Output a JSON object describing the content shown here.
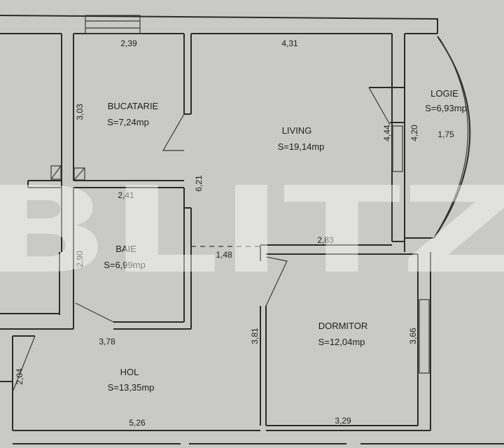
{
  "rooms": {
    "bucatarie": {
      "name": "BUCATARIE",
      "area": "S=7,24mp"
    },
    "living": {
      "name": "LIVING",
      "area": "S=19,14mp"
    },
    "logie": {
      "name": "LOGIE",
      "area": "S=6,93mp",
      "depth": "1,75"
    },
    "baie": {
      "name": "BAIE",
      "area": "S=6,99mp"
    },
    "dormitor": {
      "name": "DORMITOR",
      "area": "S=12,04mp"
    },
    "hol": {
      "name": "HOL",
      "area": "S=13,35mp"
    }
  },
  "dimensions": {
    "kitchen_width": "2,39",
    "kitchen_depth": "3,03",
    "living_width": "4,31",
    "living_depth": "6,21",
    "living_right": "4,44",
    "logie_length": "4,20",
    "bath_width": "2,41",
    "bath_depth": "2,90",
    "passage": "1,48",
    "living_bottom": "2,83",
    "hall_upper": "3,78",
    "hall_entry": "2,04",
    "hall_width": "5,26",
    "bedroom_left": "3,81",
    "bedroom_right": "3,66",
    "bedroom_width": "3,29"
  },
  "watermark": "BLITZ",
  "colors": {
    "background": "#c9c9c7",
    "lines": "#2b2b2b"
  }
}
